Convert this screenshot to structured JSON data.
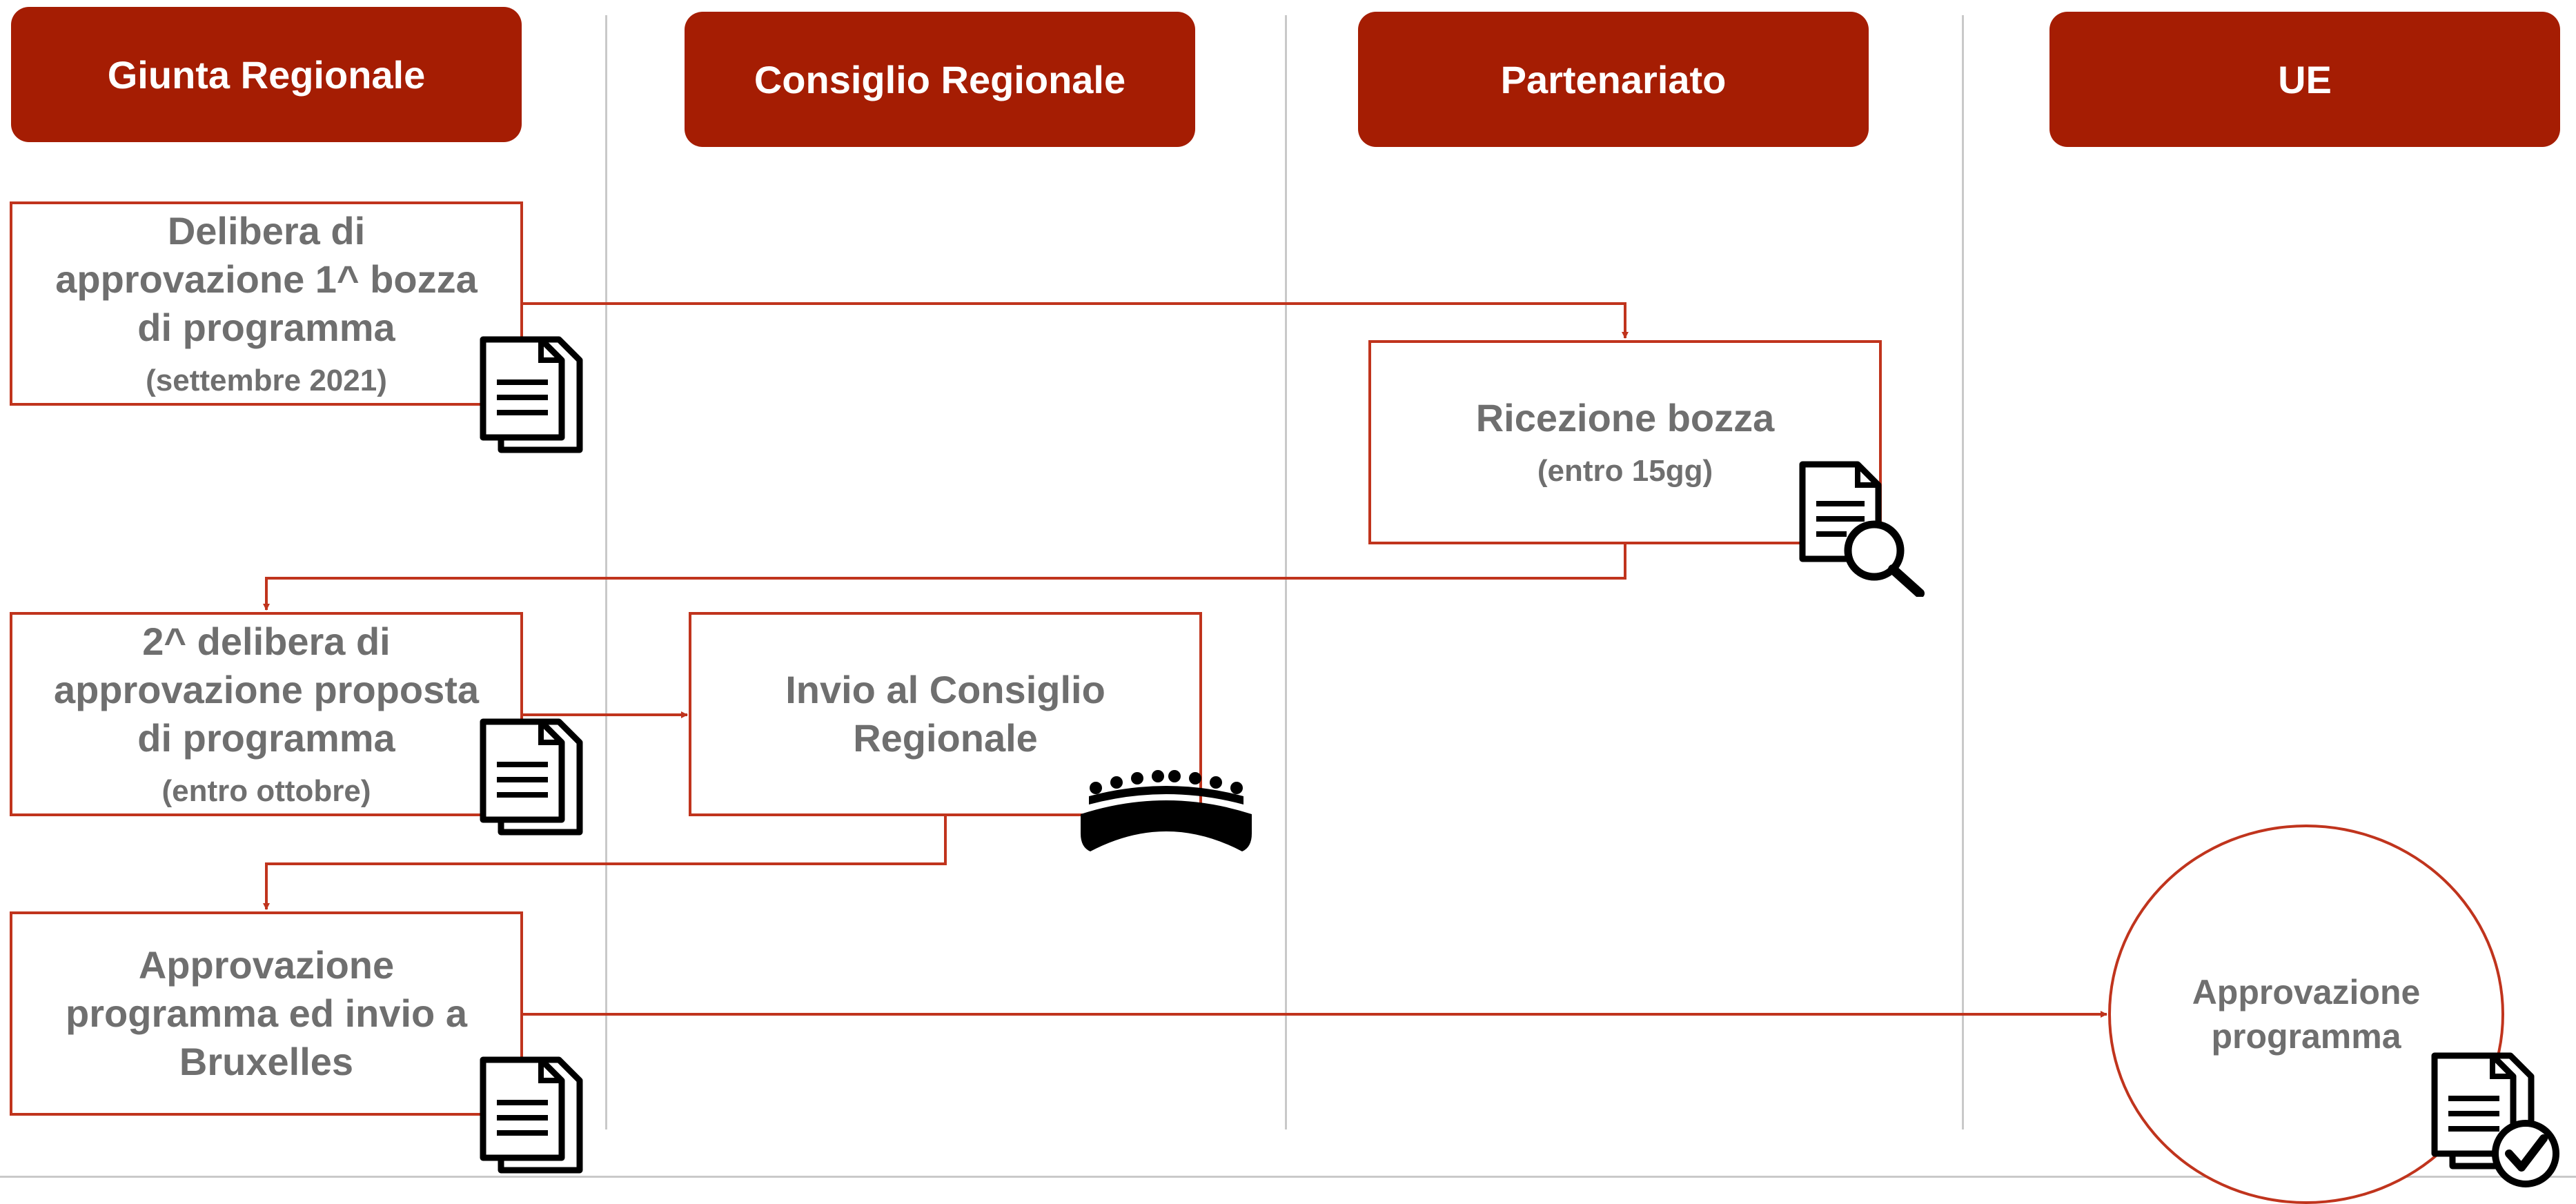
{
  "lanes": [
    {
      "label": "Giunta Regionale"
    },
    {
      "label": "Consiglio Regionale"
    },
    {
      "label": "Partenariato"
    },
    {
      "label": "UE"
    }
  ],
  "steps": {
    "delibera1": {
      "title": "Delibera di\napprovazione 1^ bozza\ndi programma",
      "sub": "(settembre 2021)",
      "icon": "documents-icon"
    },
    "ricezione": {
      "title": "Ricezione bozza",
      "sub": "(entro 15gg)",
      "icon": "document-search-icon"
    },
    "delibera2": {
      "title": "2^ delibera di\napprovazione proposta\ndi programma",
      "sub": "(entro ottobre)",
      "icon": "documents-icon"
    },
    "invio": {
      "title": "Invio al Consiglio\nRegionale",
      "icon": "assembly-icon"
    },
    "approvazione_invio": {
      "title": "Approvazione\nprogramma ed invio a\nBruxelles",
      "icon": "documents-icon"
    },
    "approvazione_ue": {
      "title": "Approvazione\nprogramma",
      "icon": "documents-check-icon"
    }
  },
  "colors": {
    "header_fill": "#a51d03",
    "box_border": "#c0341d",
    "arrow": "#c0341d",
    "text": "#6f6f6f",
    "divider": "#c9c9c9"
  }
}
